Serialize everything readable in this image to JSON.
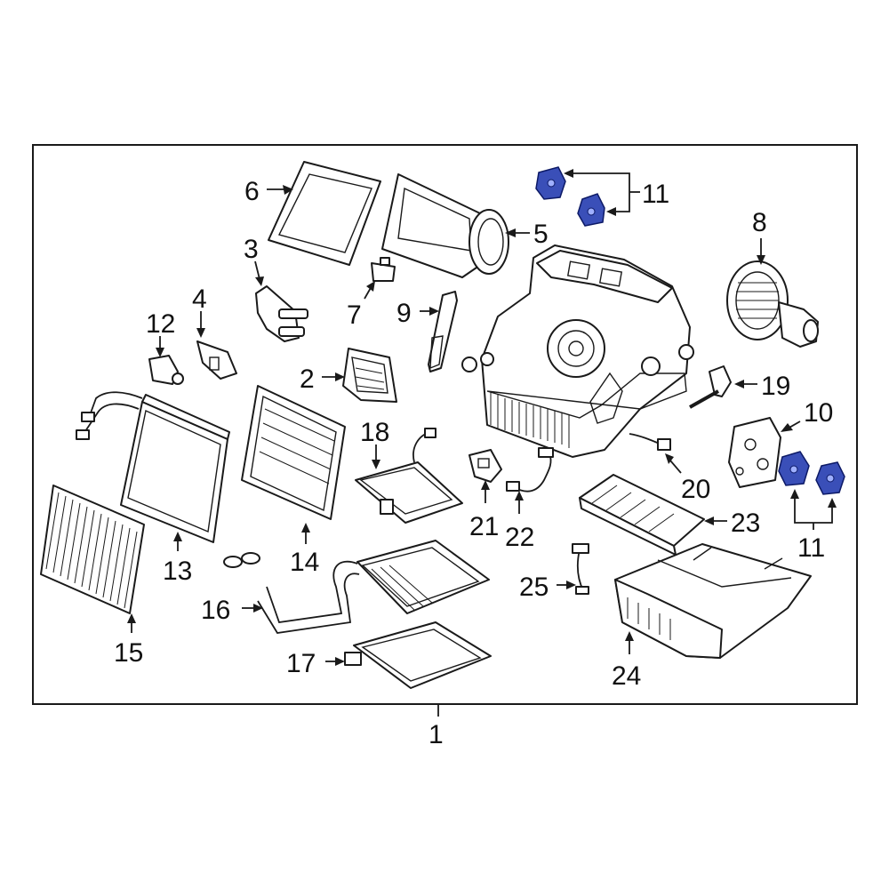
{
  "diagram": {
    "assembly_callout": "1",
    "callouts": {
      "p2": "2",
      "p3": "3",
      "p4": "4",
      "p5": "5",
      "p6": "6",
      "p7": "7",
      "p8": "8",
      "p9": "9",
      "p10": "10",
      "p11_top": "11",
      "p11_bottom": "11",
      "p12": "12",
      "p13": "13",
      "p14": "14",
      "p15": "15",
      "p16": "16",
      "p17": "17",
      "p18": "18",
      "p19": "19",
      "p20": "20",
      "p21": "21",
      "p22": "22",
      "p23": "23",
      "p24": "24",
      "p25": "25"
    },
    "colors": {
      "highlight": "#3a4fb8",
      "line": "#1a1a1a",
      "background": "#ffffff"
    }
  }
}
